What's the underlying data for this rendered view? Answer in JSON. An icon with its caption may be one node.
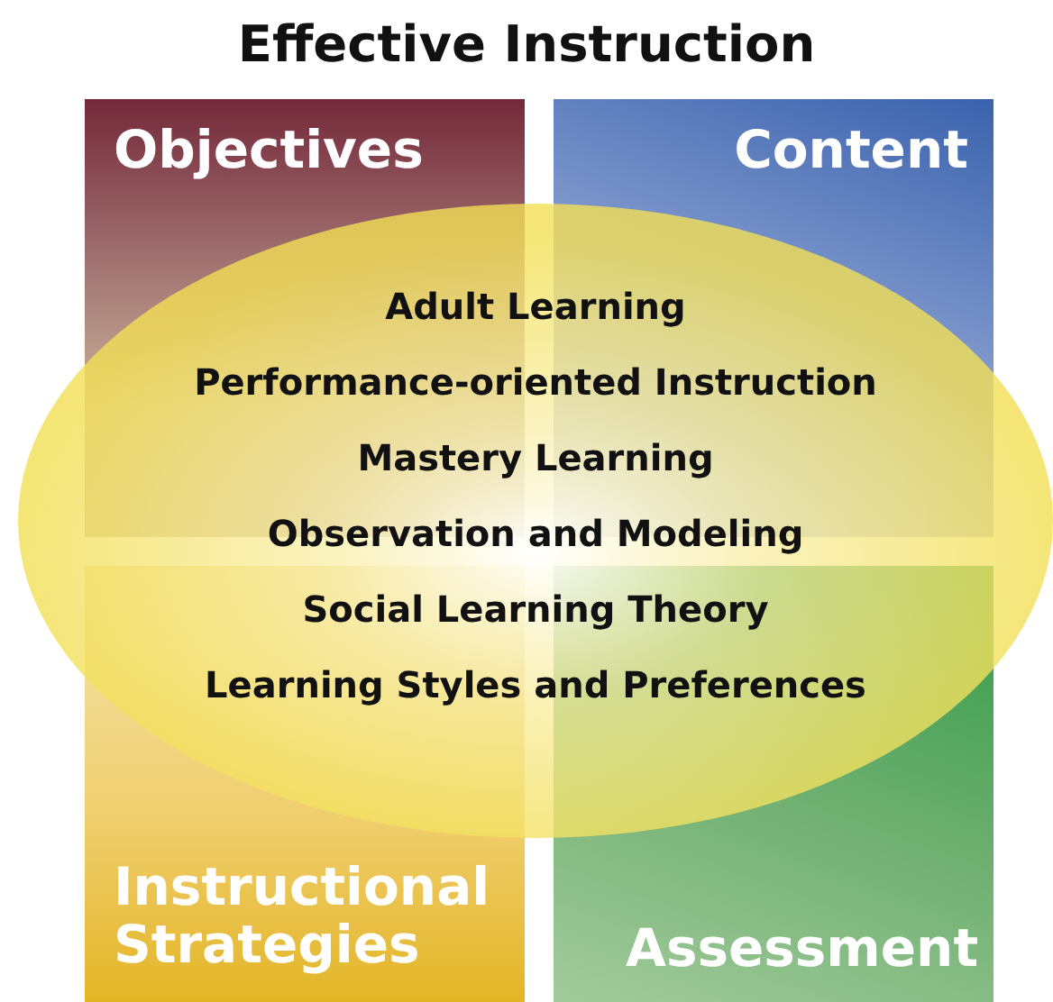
{
  "diagram": {
    "title": "Effective Instruction",
    "nodes": [
      {
        "text": [
          "Objectives"
        ]
      },
      {
        "text": [
          "Content"
        ]
      },
      {
        "text": [
          "Instructional Strategies"
        ]
      },
      {
        "text": [
          "Assessment"
        ]
      },
      {
        "text": [
          "Adult Learning",
          "Performance-oriented Instruction",
          "Mastery Learning",
          "Observation and Modeling",
          "Social Learning Theory",
          "Learning Styles and Preferences"
        ]
      }
    ]
  }
}
